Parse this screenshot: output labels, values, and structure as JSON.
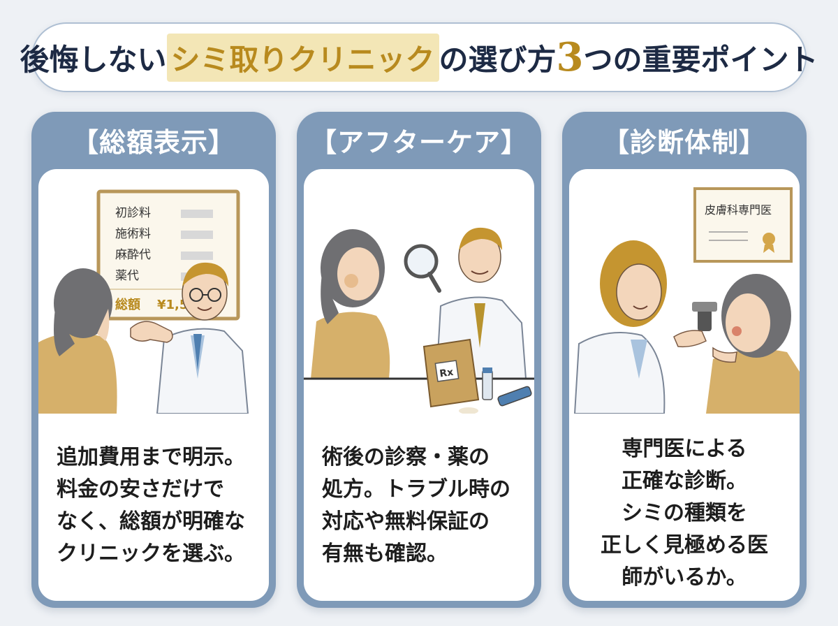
{
  "title": {
    "prefix": "後悔しない",
    "highlight": "シミ取りクリニック",
    "mid": "の選び方",
    "number": "3",
    "suffix": "つの重要ポイント"
  },
  "cards": [
    {
      "heading": "【総額表示】",
      "board": {
        "items": [
          "初診料",
          "施術料",
          "麻酔代",
          "薬代"
        ],
        "total_label": "総額",
        "total_value": "¥1,500"
      },
      "lines": [
        "追加費用まで明示。",
        "料金の安さだけで",
        "なく、総額が明確な",
        "クリニックを選ぶ。"
      ]
    },
    {
      "heading": "【アフターケア】",
      "bag_label": "Rx",
      "lines": [
        "術後の診察・薬の",
        "処方。トラブル時の",
        "対応や無料保証の",
        "有無も確認。"
      ]
    },
    {
      "heading": "【診断体制】",
      "certificate": "皮膚科専門医",
      "lines": [
        "専門医による",
        "正確な診断。",
        "シミの種類を",
        "正しく見極める医",
        "師がいるか。"
      ]
    }
  ],
  "colors": {
    "background": "#eef1f5",
    "card_blue": "#7f9ab8",
    "accent_gold": "#b88a1e",
    "highlight": "#f3e6b6",
    "navy": "#1d2a44"
  }
}
